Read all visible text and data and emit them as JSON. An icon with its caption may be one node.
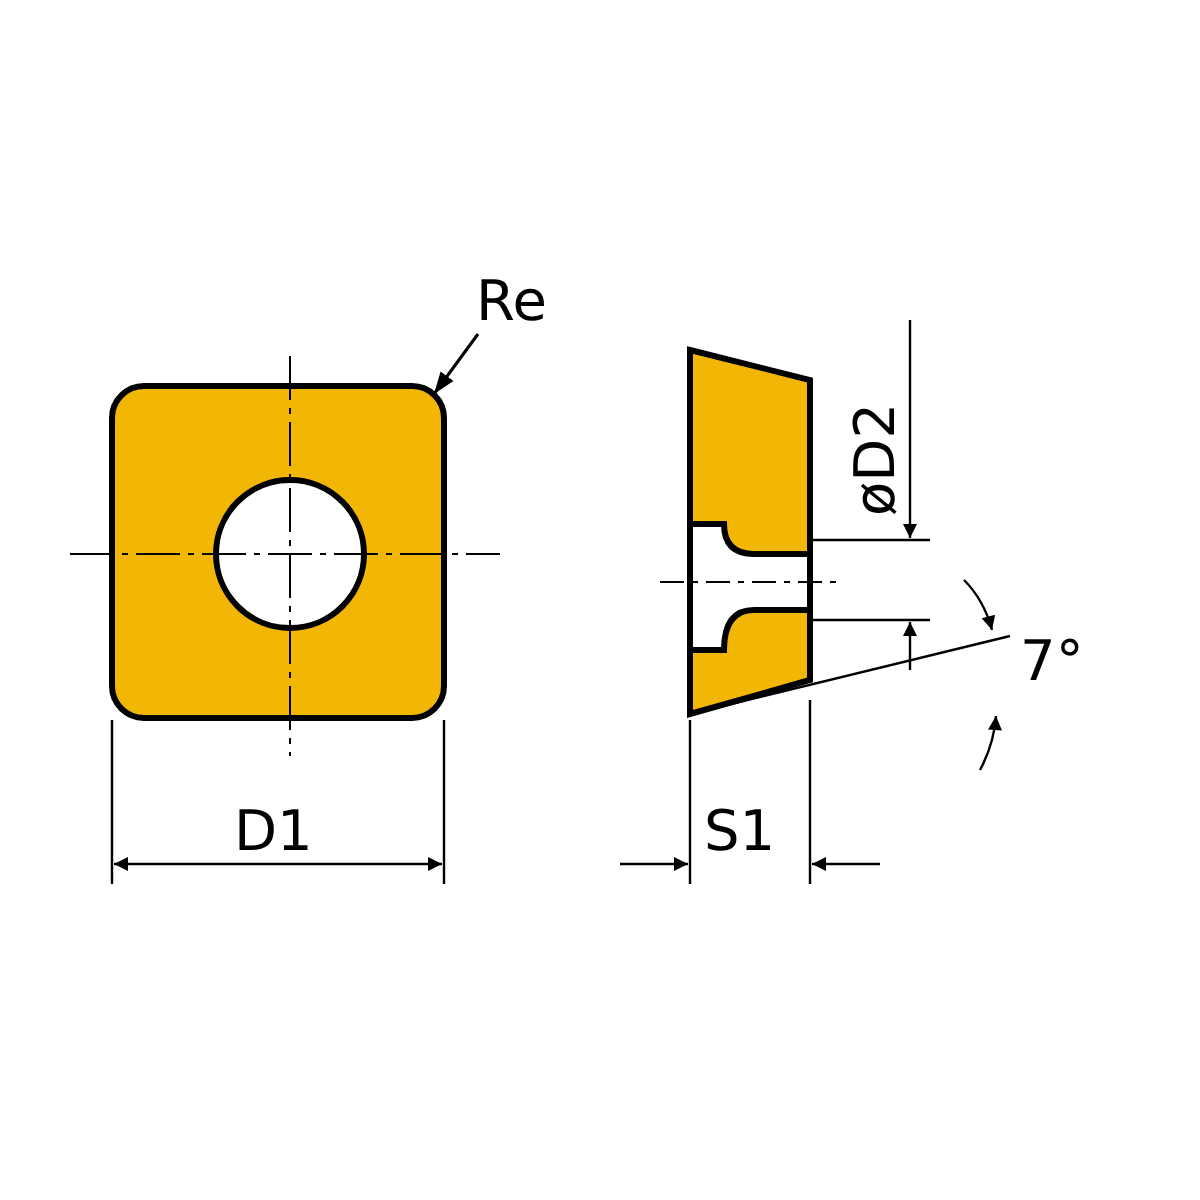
{
  "diagram": {
    "nodes": [
      {
        "text": [
          "Re"
        ]
      },
      {
        "text": [],
        "shape": "box"
      }
    ],
    "edges": [
      {
        "from": 0,
        "to": 1,
        "arrow": "to"
      }
    ],
    "labels": [
      "øD2",
      "7°",
      "D1",
      "S1"
    ]
  }
}
